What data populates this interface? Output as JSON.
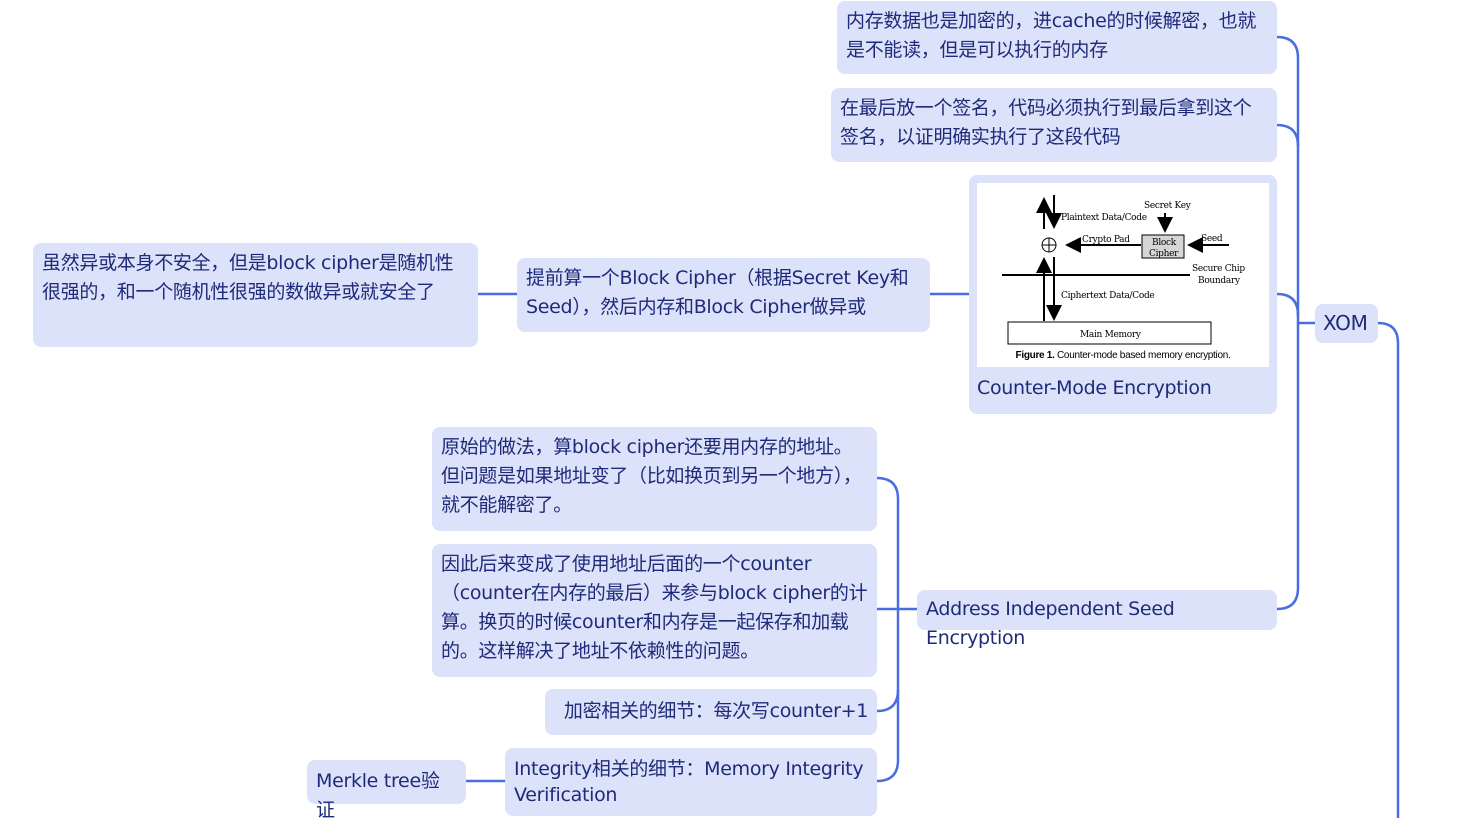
{
  "nodes": {
    "xom": "XOM",
    "encrypted_memory": "内存数据也是加密的，进cache的时候解密，也就是不能读，但是可以执行的内存",
    "signature": "在最后放一个签名，代码必须执行到最后拿到这个签名，以证明确实执行了这段代码",
    "counter_mode": "Counter-Mode Encryption",
    "block_cipher": "提前算一个Block Cipher（根据Secret Key和Seed），然后内存和Block Cipher做异或",
    "xor_security": "虽然异或本身不安全，但是block cipher是随机性很强的，和一个随机性很强的数做异或就安全了",
    "address_independent": "Address Independent Seed Encryption",
    "original_approach": "原始的做法，算block cipher还要用内存的地址。但问题是如果地址变了（比如换页到另一个地方），就不能解密了。",
    "counter_approach": "因此后来变成了使用地址后面的一个counter（counter在内存的最后）来参与block cipher的计算。换页的时候counter和内存是一起保存和加载的。这样解决了地址不依赖性的问题。",
    "encryption_detail": "加密相关的细节：每次写counter+1",
    "integrity_detail": "Integrity相关的细节：Memory Integrity Verification",
    "merkle": "Merkle tree验证"
  },
  "figure": {
    "plaintext": "Plaintext Data/Code",
    "secret_key": "Secret Key",
    "crypto_pad": "Crypto Pad",
    "block_line1": "Block",
    "block_line2": "Cipher",
    "seed": "Seed",
    "boundary_line1": "Secure Chip",
    "boundary_line2": "Boundary",
    "ciphertext": "Ciphertext Data/Code",
    "main_memory": "Main Memory",
    "caption_label": "Figure 1.",
    "caption_text": " Counter-mode based memory encryption."
  },
  "colors": {
    "node_bg": "#dde2fb",
    "connector": "#4a6ee0",
    "text": "#1f2a78"
  }
}
